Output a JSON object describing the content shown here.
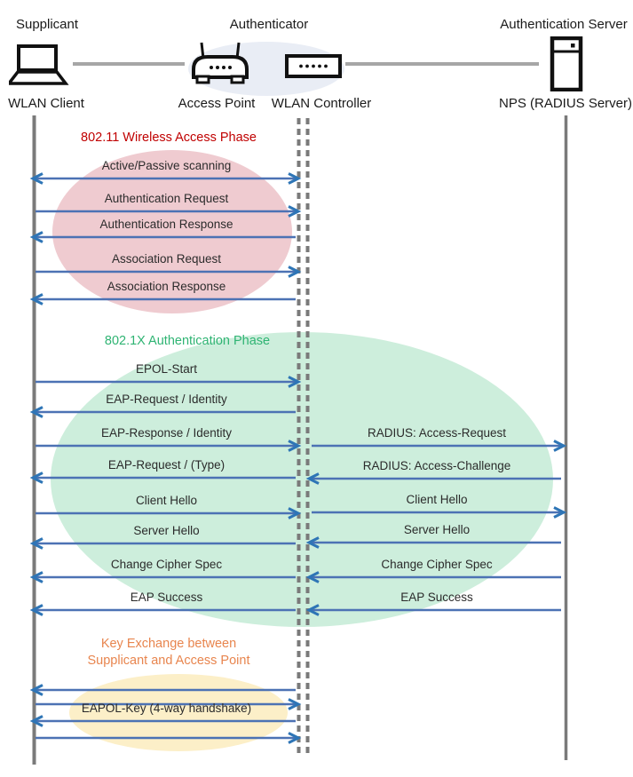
{
  "header": {
    "roles": [
      {
        "label": "Supplicant"
      },
      {
        "label": "Authenticator"
      },
      {
        "label": "Authentication Server"
      }
    ],
    "nodes": [
      {
        "label": "WLAN Client",
        "icon": "laptop-icon"
      },
      {
        "label": "Access Point",
        "icon": "access-point-icon"
      },
      {
        "label": "WLAN Controller",
        "icon": "wlan-controller-icon"
      },
      {
        "label": "NPS (RADIUS Server)",
        "icon": "server-icon"
      }
    ]
  },
  "phases": [
    {
      "title": "802.11 Wireless Access Phase",
      "title_color": "#C00000",
      "ellipse_color": "#EFCBD0"
    },
    {
      "title": "802.1X Authentication Phase",
      "title_color": "#2FB473",
      "ellipse_color": "#CDEEDC"
    },
    {
      "title": "Key Exchange between Supplicant and Access Point",
      "title_color": "#E8854E",
      "ellipse_color": "#FCEFC8"
    }
  ],
  "colors": {
    "arrow_line": "#4C72B4",
    "arrow_head": "#2E75B6",
    "lifeline": "#7A7A7A",
    "connector": "#A6A6A6",
    "header_ellipse": "#E9EDF5",
    "message_text": "#2B2B2B"
  },
  "messages": [
    {
      "label": "Active/Passive scanning",
      "lane": "client-wlc",
      "direction": "both"
    },
    {
      "label": "Authentication Request",
      "lane": "client-wlc",
      "direction": "right"
    },
    {
      "label": "Authentication Response",
      "lane": "client-wlc",
      "direction": "left"
    },
    {
      "label": "Association Request",
      "lane": "client-wlc",
      "direction": "right"
    },
    {
      "label": "Association Response",
      "lane": "client-wlc",
      "direction": "left"
    },
    {
      "label": "EPOL-Start",
      "lane": "client-wlc",
      "direction": "right"
    },
    {
      "label": "EAP-Request / Identity",
      "lane": "client-wlc",
      "direction": "left"
    },
    {
      "label": "EAP-Response / Identity",
      "lane": "client-wlc",
      "direction": "right"
    },
    {
      "label": "RADIUS: Access-Request",
      "lane": "wlc-nps",
      "direction": "right"
    },
    {
      "label": "EAP-Request / (Type)",
      "lane": "client-wlc",
      "direction": "left"
    },
    {
      "label": "RADIUS: Access-Challenge",
      "lane": "wlc-nps",
      "direction": "left"
    },
    {
      "label": "Client Hello",
      "lane": "client-wlc",
      "direction": "right"
    },
    {
      "label": "Client Hello",
      "lane": "wlc-nps",
      "direction": "right"
    },
    {
      "label": "Server Hello",
      "lane": "client-wlc",
      "direction": "left"
    },
    {
      "label": "Server Hello",
      "lane": "wlc-nps",
      "direction": "left"
    },
    {
      "label": "Change Cipher Spec",
      "lane": "client-wlc",
      "direction": "left"
    },
    {
      "label": "Change Cipher Spec",
      "lane": "wlc-nps",
      "direction": "left"
    },
    {
      "label": "EAP Success",
      "lane": "client-wlc",
      "direction": "left"
    },
    {
      "label": "EAP Success",
      "lane": "wlc-nps",
      "direction": "left"
    },
    {
      "label": "",
      "lane": "client-wlc",
      "direction": "left"
    },
    {
      "label": "",
      "lane": "client-wlc",
      "direction": "right"
    },
    {
      "label": "EAPOL-Key (4-way handshake)",
      "lane": "client-wlc",
      "direction": "left"
    },
    {
      "label": "",
      "lane": "client-wlc",
      "direction": "right"
    }
  ]
}
